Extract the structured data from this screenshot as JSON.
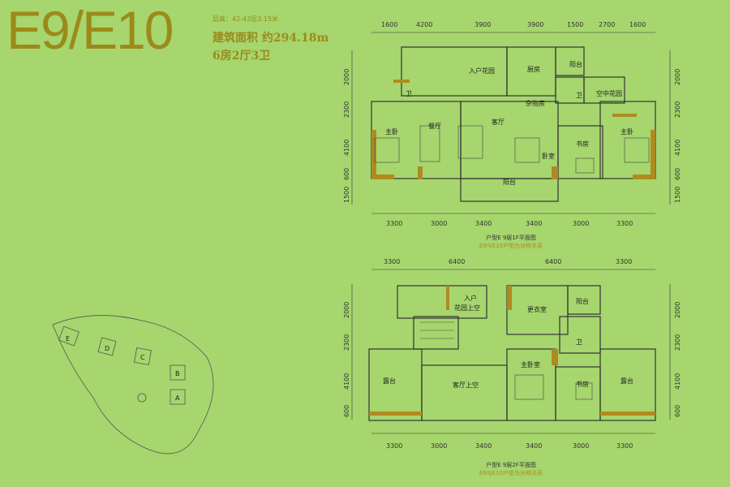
{
  "header": {
    "title": "E9/E10",
    "floor_height": "层高：42-43层3.15米",
    "area": "建筑面积 约294.18m",
    "rooms": "6房2厅3卫"
  },
  "plan1": {
    "top_dims": [
      "1600",
      "4200",
      "3900",
      "3900",
      "1500",
      "2700",
      "1600"
    ],
    "bottom_dims": [
      "3300",
      "3000",
      "3400",
      "3400",
      "3000",
      "3300"
    ],
    "left_dims": [
      "2000",
      "2300",
      "4100",
      "600",
      "1500"
    ],
    "right_dims": [
      "2000",
      "2300",
      "4100",
      "600",
      "1500"
    ],
    "rooms": {
      "garden": "入户花园",
      "kitchen": "厨房",
      "balcony_top": "阳台",
      "bath1": "卫",
      "storage": "杂物房",
      "bath2": "卫",
      "sky_garden": "空中花园",
      "master_left": "主卧",
      "dining": "餐厅",
      "living": "客厅",
      "bedroom": "卧室",
      "study": "书房",
      "master_right": "主卧",
      "balcony_bottom": "阳台"
    },
    "caption1": "户型E 9层1F平面图",
    "caption2": "E9与E10户型为对称关系"
  },
  "plan2": {
    "top_dims": [
      "3300",
      "6400",
      "6400",
      "3300"
    ],
    "bottom_dims": [
      "3300",
      "3000",
      "3400",
      "3400",
      "3000",
      "3300"
    ],
    "left_dims": [
      "2000",
      "2300",
      "4100",
      "600"
    ],
    "right_dims": [
      "2000",
      "2300",
      "4100",
      "600"
    ],
    "rooms": {
      "garden_void_1": "入户",
      "garden_void_2": "花园上空",
      "closet": "更衣室",
      "balcony": "阳台",
      "bath": "卫",
      "terrace_left": "露台",
      "living_void": "客厅上空",
      "master": "主卧室",
      "study": "书房",
      "terrace_right": "露台"
    },
    "caption1": "户型E 9层2F平面图",
    "caption2": "E9与E10户型为对称关系"
  },
  "site": {
    "buildings": [
      "E",
      "D",
      "C",
      "B",
      "A"
    ]
  },
  "colors": {
    "title": "#9b8a1a",
    "background": "#a6d66d",
    "wall_accent": "#b08a20"
  }
}
